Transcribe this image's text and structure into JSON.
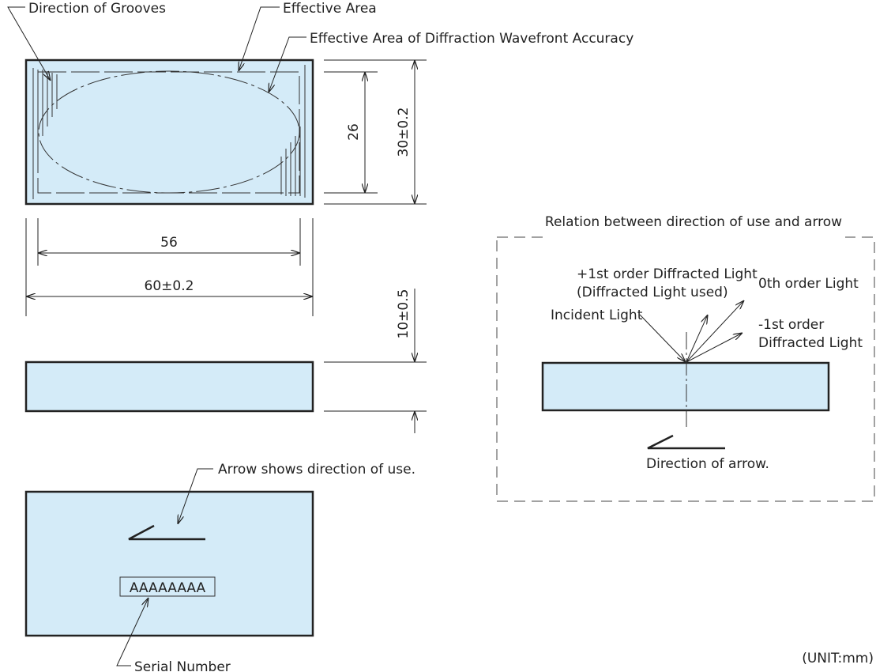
{
  "colors": {
    "fill": "#d4ebf8",
    "stroke": "#222222"
  },
  "labels": {
    "direction_of_grooves": "Direction of Grooves",
    "effective_area": "Effective Area",
    "effective_area_wavefront": "Effective Area of Diffraction Wavefront Accuracy",
    "arrow_shows_direction": "Arrow shows direction of use.",
    "serial_number_label": "Serial Number",
    "serial_number_value": "AAAAAAAA",
    "unit": "(UNIT:mm)"
  },
  "dimensions": {
    "inner_height": "26",
    "outer_height": "30±0.2",
    "inner_width": "56",
    "outer_width": "60±0.2",
    "thickness": "10±0.5"
  },
  "relation": {
    "title": "Relation between direction of use and arrow",
    "plus_first_line1": "+1st order Diffracted Light",
    "plus_first_line2": "(Diffracted Light used)",
    "zeroth": "0th order Light",
    "minus_first_line1": "-1st order",
    "minus_first_line2": "Diffracted Light",
    "incident": "Incident Light",
    "direction_of_arrow": "Direction of arrow."
  }
}
